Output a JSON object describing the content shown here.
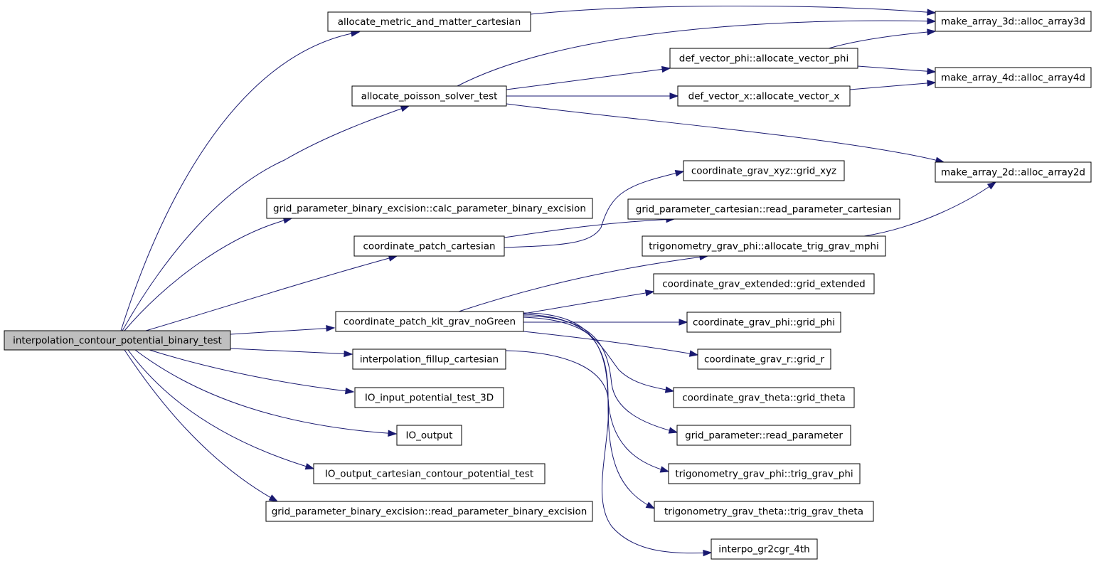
{
  "graph": {
    "root": "interpolation_contour_potential_binary_test",
    "nodes": [
      {
        "id": "root",
        "label": "interpolation_contour_potential_binary_test"
      },
      {
        "id": "allocate_metric",
        "label": "allocate_metric_and_matter_cartesian"
      },
      {
        "id": "allocate_poisson",
        "label": "allocate_poisson_solver_test"
      },
      {
        "id": "calc_param_binex",
        "label": "grid_parameter_binary_excision::calc_parameter_binary_excision"
      },
      {
        "id": "coord_patch_cart",
        "label": "coordinate_patch_cartesian"
      },
      {
        "id": "coord_patch_kit",
        "label": "coordinate_patch_kit_grav_noGreen"
      },
      {
        "id": "interp_fillup",
        "label": "interpolation_fillup_cartesian"
      },
      {
        "id": "io_input",
        "label": "IO_input_potential_test_3D"
      },
      {
        "id": "io_output",
        "label": "IO_output"
      },
      {
        "id": "io_output_cart",
        "label": "IO_output_cartesian_contour_potential_test"
      },
      {
        "id": "read_param_binex",
        "label": "grid_parameter_binary_excision::read_parameter_binary_excision"
      },
      {
        "id": "alloc_array3d",
        "label": "make_array_3d::alloc_array3d"
      },
      {
        "id": "alloc_vector_phi",
        "label": "def_vector_phi::allocate_vector_phi"
      },
      {
        "id": "alloc_vector_x",
        "label": "def_vector_x::allocate_vector_x"
      },
      {
        "id": "alloc_array4d",
        "label": "make_array_4d::alloc_array4d"
      },
      {
        "id": "alloc_array2d",
        "label": "make_array_2d::alloc_array2d"
      },
      {
        "id": "grid_xyz",
        "label": "coordinate_grav_xyz::grid_xyz"
      },
      {
        "id": "read_param_cart",
        "label": "grid_parameter_cartesian::read_parameter_cartesian"
      },
      {
        "id": "alloc_trig_mphi",
        "label": "trigonometry_grav_phi::allocate_trig_grav_mphi"
      },
      {
        "id": "grid_extended",
        "label": "coordinate_grav_extended::grid_extended"
      },
      {
        "id": "grid_phi",
        "label": "coordinate_grav_phi::grid_phi"
      },
      {
        "id": "grid_r",
        "label": "coordinate_grav_r::grid_r"
      },
      {
        "id": "grid_theta",
        "label": "coordinate_grav_theta::grid_theta"
      },
      {
        "id": "read_parameter",
        "label": "grid_parameter::read_parameter"
      },
      {
        "id": "trig_grav_phi",
        "label": "trigonometry_grav_phi::trig_grav_phi"
      },
      {
        "id": "trig_grav_theta",
        "label": "trigonometry_grav_theta::trig_grav_theta"
      },
      {
        "id": "interpo_gr2cgr",
        "label": "interpo_gr2cgr_4th"
      }
    ],
    "edges": [
      {
        "from": "root",
        "to": "allocate_metric"
      },
      {
        "from": "root",
        "to": "allocate_poisson"
      },
      {
        "from": "root",
        "to": "calc_param_binex"
      },
      {
        "from": "root",
        "to": "coord_patch_cart"
      },
      {
        "from": "root",
        "to": "coord_patch_kit"
      },
      {
        "from": "root",
        "to": "interp_fillup"
      },
      {
        "from": "root",
        "to": "io_input"
      },
      {
        "from": "root",
        "to": "io_output"
      },
      {
        "from": "root",
        "to": "io_output_cart"
      },
      {
        "from": "root",
        "to": "read_param_binex"
      },
      {
        "from": "allocate_metric",
        "to": "alloc_array3d"
      },
      {
        "from": "allocate_poisson",
        "to": "alloc_array3d"
      },
      {
        "from": "allocate_poisson",
        "to": "alloc_vector_phi"
      },
      {
        "from": "allocate_poisson",
        "to": "alloc_vector_x"
      },
      {
        "from": "allocate_poisson",
        "to": "alloc_array2d"
      },
      {
        "from": "alloc_vector_phi",
        "to": "alloc_array3d"
      },
      {
        "from": "alloc_vector_phi",
        "to": "alloc_array4d"
      },
      {
        "from": "alloc_vector_x",
        "to": "alloc_array4d"
      },
      {
        "from": "coord_patch_cart",
        "to": "grid_xyz"
      },
      {
        "from": "coord_patch_cart",
        "to": "read_param_cart"
      },
      {
        "from": "alloc_trig_mphi",
        "to": "alloc_array2d"
      },
      {
        "from": "coord_patch_kit",
        "to": "alloc_trig_mphi"
      },
      {
        "from": "coord_patch_kit",
        "to": "grid_extended"
      },
      {
        "from": "coord_patch_kit",
        "to": "grid_phi"
      },
      {
        "from": "coord_patch_kit",
        "to": "grid_r"
      },
      {
        "from": "coord_patch_kit",
        "to": "grid_theta"
      },
      {
        "from": "coord_patch_kit",
        "to": "read_parameter"
      },
      {
        "from": "coord_patch_kit",
        "to": "trig_grav_phi"
      },
      {
        "from": "coord_patch_kit",
        "to": "trig_grav_theta"
      },
      {
        "from": "interp_fillup",
        "to": "interpo_gr2cgr"
      }
    ]
  }
}
